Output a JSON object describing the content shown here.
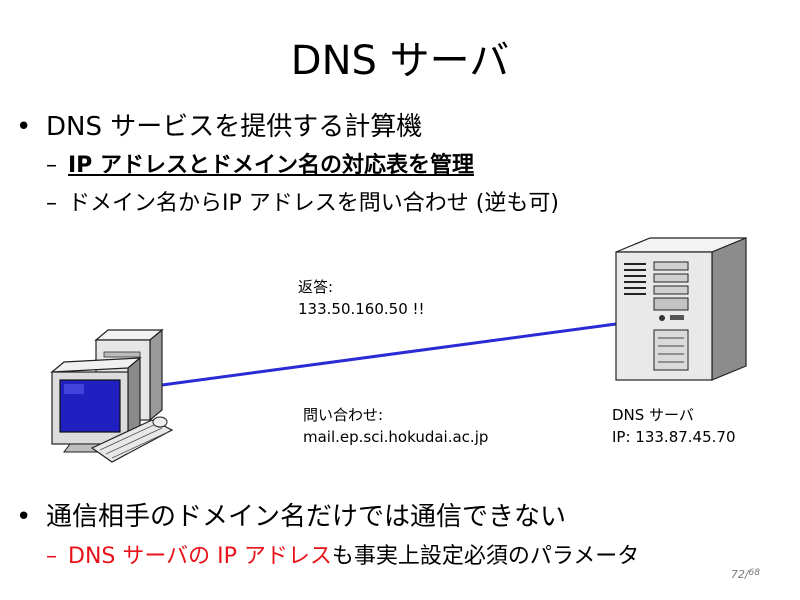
{
  "slide": {
    "title": "DNS サーバ",
    "bullet1": "DNS サービスを提供する計算機",
    "sub1": "IP アドレスとドメイン名の対応表を管理",
    "sub2": "ドメイン名からIP アドレスを問い合わせ (逆も可)",
    "bullet2": "通信相手のドメイン名だけでは通信できない",
    "sub3_red": "DNS サーバの IP アドレス",
    "sub3_rest": "も事実上設定必須のパラメータ",
    "page_current": "72",
    "page_total": "68"
  },
  "diagram": {
    "reply_label": "返答:",
    "reply_value": "133.50.160.50 !!",
    "query_label": "問い合わせ:",
    "query_value": "mail.ep.sci.hokudai.ac.jp",
    "server_label": "DNS サーバ",
    "server_ip": "IP: 133.87.45.70"
  },
  "colors": {
    "link_line": "#2b2bd6",
    "highlight_red": "#e8131a",
    "screen_blue": "#2020c0"
  },
  "icons": {
    "client": "desktop-computer-icon",
    "server": "tower-server-icon"
  }
}
